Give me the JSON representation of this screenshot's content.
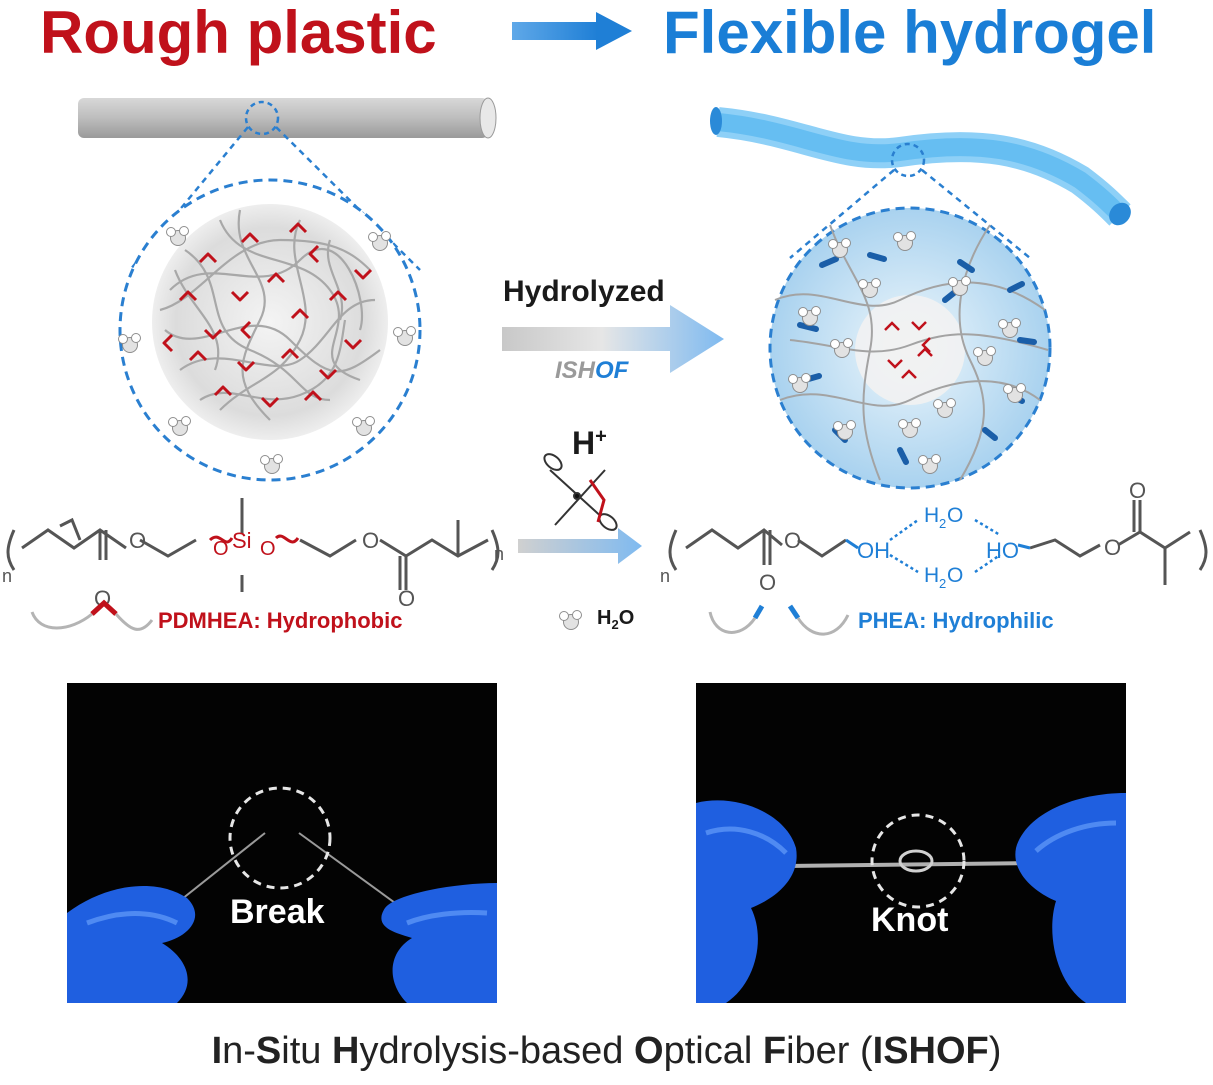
{
  "title": {
    "left": "Rough plastic",
    "right": "Flexible hydrogel"
  },
  "process": {
    "arrow_label": "Hydrolyzed",
    "arrow_sublabel_gray": "ISH",
    "arrow_sublabel_blue": "OF",
    "catalyst_base": "H",
    "catalyst_sup": "+",
    "water_legend_base": "H",
    "water_legend_sub": "2",
    "water_legend_end": "O"
  },
  "chemistry": {
    "left_label": "PDMHEA: Hydrophobic",
    "right_label": "PHEA: Hydrophilic",
    "si_label": "Si",
    "o_label": "O",
    "oh_label": "OH",
    "ho_label": "HO",
    "h2o_label": "H",
    "n_label": "n"
  },
  "photos": {
    "left_label": "Break",
    "right_label": "Knot"
  },
  "footer": {
    "parts": [
      {
        "bold": "I",
        "rest": "n-"
      },
      {
        "bold": "S",
        "rest": "itu "
      },
      {
        "bold": "H",
        "rest": "ydrolysis-based "
      },
      {
        "bold": "O",
        "rest": "ptical "
      },
      {
        "bold": "F",
        "rest": "iber ("
      },
      {
        "bold": "ISHOF",
        "rest": ")"
      }
    ]
  },
  "colors": {
    "red": "#c0111b",
    "blue": "#1a7ed6",
    "gray": "#9a9a9a",
    "glove": "#1f5fe0"
  }
}
